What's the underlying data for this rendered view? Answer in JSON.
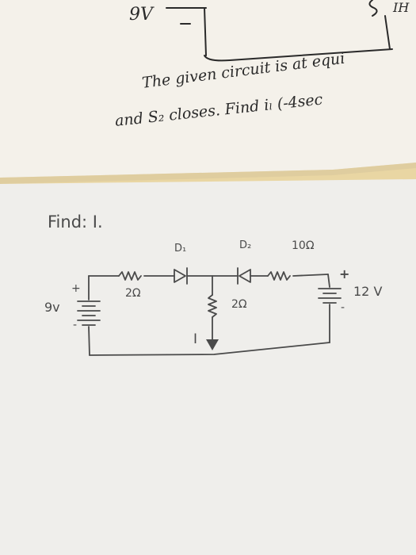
{
  "top_sheet": {
    "battery_label": "9V",
    "corner_label": "IH",
    "line1": "The given circuit is at equi",
    "line2": "and S₂ closes.  Find iₗ (-4sec"
  },
  "bottom_sheet": {
    "heading": "Find: I.",
    "labels": {
      "d1": "D₁",
      "d2": "D₂",
      "r_top": "10Ω",
      "r_left": "2Ω",
      "r_mid": "2Ω",
      "src_left": "9v",
      "src_right": "12 V",
      "current": "I",
      "plus_left": "+",
      "minus_left": "-",
      "plus_right": "+",
      "minus_right": "-"
    }
  },
  "colors": {
    "background": "#e9d6a3",
    "paper_top": "#f4f1ea",
    "paper_bottom": "#efeeeb",
    "pencil": "#4a4a4a",
    "pen": "#2a2a2a"
  }
}
